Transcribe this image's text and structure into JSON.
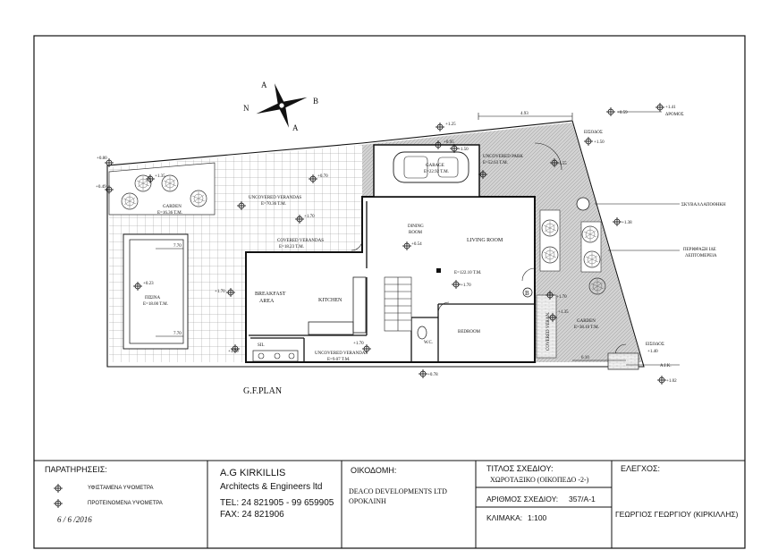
{
  "compass": {
    "n": "N",
    "a1": "A",
    "b": "B",
    "a2": "A"
  },
  "rooms": {
    "garage": "GARAGE",
    "garage_area": "E=22.92 T.M.",
    "uncovered_park": "UNCOVERED PARK",
    "uncovered_park_area": "E=52.63 T.M.",
    "garden_left": "GARDEN",
    "garden_left_area": "E=16.36 T.M.",
    "uncovered_verandas_top": "UNCOVERED VERANDAS",
    "uncovered_verandas_top_area": "E=70.36 T.M.",
    "covered_verandas": "COVERED VERANDAS",
    "covered_verandas_area": "E=18.23 T.M.",
    "dining_room": "DINING",
    "dining_room_2": "ROOM",
    "living_room": "LIVING ROOM",
    "living_area": "E=122.10 T.M.",
    "pool": "ΠΙΣΙΝΑ",
    "pool_area": "E=18.00 T.M.",
    "breakfast": "BREAKFAST",
    "breakfast_2": "AREA",
    "kitchen": "KITCHEN",
    "wc": "W.C.",
    "bedroom": "BEDROOM",
    "covered_veranda_right": "COVERED VERAN.",
    "garden_right": "GARDEN",
    "garden_right_area": "E=38.10 T.M.",
    "sil": "SIL",
    "uncovered_verandas_bottom": "UNCOVERED VERANDAS",
    "uncovered_verandas_bottom_area": "E=9.07 T.M."
  },
  "dims": {
    "pool_top": "7.70",
    "pool_bottom": "7.70",
    "top_width": "4.93",
    "bottom_width": "6.10"
  },
  "levels": {
    "l_080": "+0.80",
    "l_049": "+0.49",
    "l_135": "+1.35",
    "l_070a": "+0.70",
    "l_125": "+1.25",
    "l_150": "+1.50",
    "l_095": "+0.95",
    "l_059": "+0.59",
    "l_141": "+1.41",
    "dromos": "ΔΡΟΜΟΣ",
    "l_054": "+0.54",
    "l_170a": "+1.70",
    "l_170b": "+1.70",
    "l_170c": "+1.70",
    "l_170d": "+1.70",
    "l_170e": "+1.70",
    "l_170f": "+1.70",
    "l_023": "+0.23",
    "l_078": "+0.78",
    "l_155": "+1.55",
    "l_138": "+1.38",
    "l_102": "+1.02",
    "l_135b": "+1.35",
    "eisodos_top": "ΕΙΣΟΔΟΣ",
    "eisodos_top_level": "+1.50",
    "eisodos_bottom": "ΕΙΣΟΔΟΣ",
    "eisodos_bottom_level": "+1.40",
    "a_ik": "A.I.K."
  },
  "side_labels": {
    "skyvalapothiki": "ΣΚΥΒΑΛΛΑΠΟΘΗΚΗ",
    "perifraxi_1": "ΠΕΡΙΦΡΑΞΗ ΙΔΕ",
    "perifraxi_2": "ΛΕΠΤΟΜΕΡΕΙΑ",
    "marker_b": "B"
  },
  "plan_title": "G.F.PLAN",
  "title_block": {
    "remarks_label": "ΠΑΡΑΤΗΡΗΣΕΙΣ:",
    "legend_existing": "ΥΦΙΣΤΑΜΕΝΑ ΥΨΟΜΕΤΡΑ",
    "legend_proposed": "ΠΡΟΤΕΙΝΟΜΕΝΑ ΥΨΟΜΕΤΡΑ",
    "date": "6 / 6 /2016",
    "firm_name": "A.G KIRKILLIS",
    "firm_sub": "Architects & Engineers ltd",
    "tel": "TEL: 24 821905 - 99 659905",
    "fax": "FAX: 24 821906",
    "building_label": "ΟΙΚΟΔΟΜΗ:",
    "building_1": "DEACO DEVELOPMENTS LTD",
    "building_2": "ΟΡΟΚΛΙΝΗ",
    "title_label": "ΤΙΤΛΟΣ ΣΧΕΔΙΟΥ:",
    "title_value": "ΧΩΡΟΤΑΞΙΚΟ (ΟΙΚΟΠΕΔΟ -2-)",
    "number_label": "ΑΡΙΘΜΟΣ ΣΧΕΔΙΟΥ:",
    "number_value": "357/A-1",
    "scale_label": "ΚΛΙΜΑΚΑ:",
    "scale_value": "1:100",
    "check_label": "ΕΛΕΓΧΟΣ:",
    "checker": "ΓΕΩΡΓΙΟΣ ΓΕΩΡΓΙΟΥ (ΚΙΡΚΙΛΛΗΣ)"
  }
}
